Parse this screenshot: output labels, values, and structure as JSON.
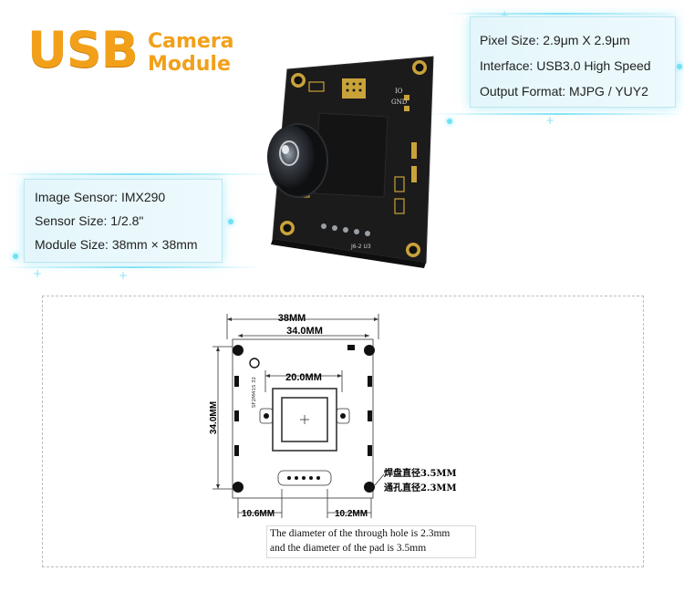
{
  "title": {
    "usb": "USB",
    "camera": "Camera",
    "module": "Module"
  },
  "specs_right": [
    "Pixel Size: 2.9μm X 2.9μm",
    "Interface: USB3.0 High Speed",
    "Output Format: MJPG / YUY2"
  ],
  "specs_left": [
    "Image Sensor: IMX290",
    "Sensor Size: 1/2.8\"",
    "Module Size: 38mm × 38mm"
  ],
  "board": {
    "silk_io": "IO",
    "silk_gnd": "GND",
    "silk_ver": "J6-2 U3"
  },
  "diagram": {
    "dim_38": "38MM",
    "dim_34_top": "34.0MM",
    "dim_20": "20.0MM",
    "dim_34_side": "34.0MM",
    "dim_10_6": "10.6MM",
    "dim_10_2": "10.2MM",
    "pad_cn": "焊盘直径3.5MM",
    "hole_cn": "通孔直径2.3MM",
    "board_text": "SF2M41S 32",
    "note_line1": "The diameter of the through hole is 2.3mm",
    "note_line2": "and the diameter of the pad is 3.5mm"
  },
  "colors": {
    "title_orange": "#f2a01a",
    "glow_cyan": "#6fe2f6",
    "pcb": "#1b1b1b"
  }
}
